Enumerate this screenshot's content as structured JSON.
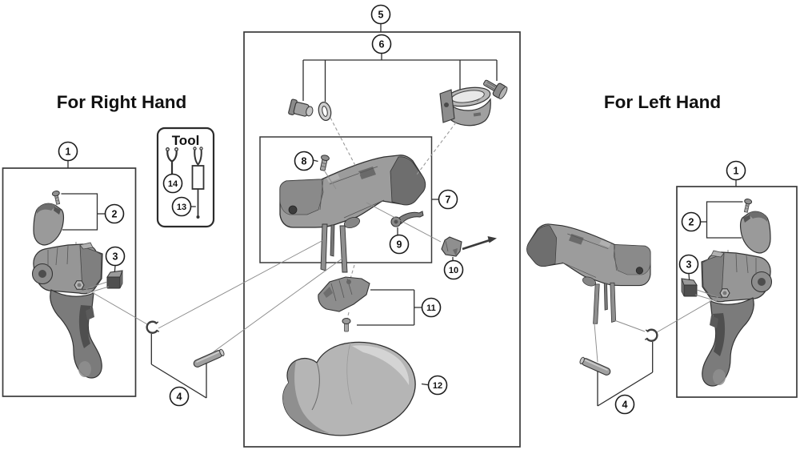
{
  "page": {
    "background": "#ffffff",
    "kind": "exploded-parts-diagram"
  },
  "sections": {
    "right_hand": {
      "title": "For Right Hand",
      "callouts": [
        "1",
        "2",
        "3",
        "4"
      ]
    },
    "left_hand": {
      "title": "For Left Hand",
      "callouts": [
        "1",
        "2",
        "3",
        "4"
      ]
    },
    "tool": {
      "title": "Tool",
      "callouts": [
        "13",
        "14"
      ]
    },
    "center": {
      "callouts": [
        "5",
        "6",
        "7",
        "8",
        "9",
        "10",
        "11",
        "12"
      ]
    }
  },
  "labels": {
    "c1": "1",
    "c2": "2",
    "c3": "3",
    "c4": "4",
    "c5": "5",
    "c6": "6",
    "c7": "7",
    "c8": "8",
    "c9": "9",
    "c10": "10",
    "c11": "11",
    "c12": "12",
    "c13": "13",
    "c14": "14"
  },
  "icons": {
    "removal_arrow": "arrow-right"
  },
  "colors": {
    "outline": "#2e2e2e",
    "box_border": "#3a3a3a",
    "leader": "#8c8c8c",
    "part_light": "#c9c9c9",
    "part_mid": "#9b9b9b",
    "part_dark": "#5f5f5f",
    "text": "#111111"
  }
}
